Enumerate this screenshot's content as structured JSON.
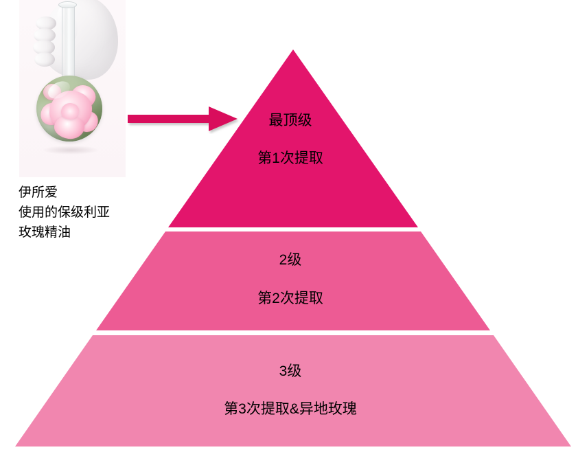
{
  "photo": {
    "alt_name": "hand-holding-rose-flask-photo",
    "caption": "伊所爱\n使用的保级利亚\n玫瑰精油"
  },
  "arrow": {
    "name": "arrow-pointing-right",
    "color": "#D9095B"
  },
  "pyramid": {
    "name": "three-tier-quality-pyramid",
    "tiers": [
      {
        "level": "top",
        "label": "最顶级",
        "sublabel": "第1次提取",
        "color": "#E3156C"
      },
      {
        "level": "middle",
        "label": "2级",
        "sublabel": "第2次提取",
        "color": "#ED5B94"
      },
      {
        "level": "bottom",
        "label": "3级",
        "sublabel": "第3次提取&异地玫瑰",
        "color": "#F186AF"
      }
    ],
    "divider_color": "#FFFFFF",
    "background_color": "#FFFFFF"
  }
}
